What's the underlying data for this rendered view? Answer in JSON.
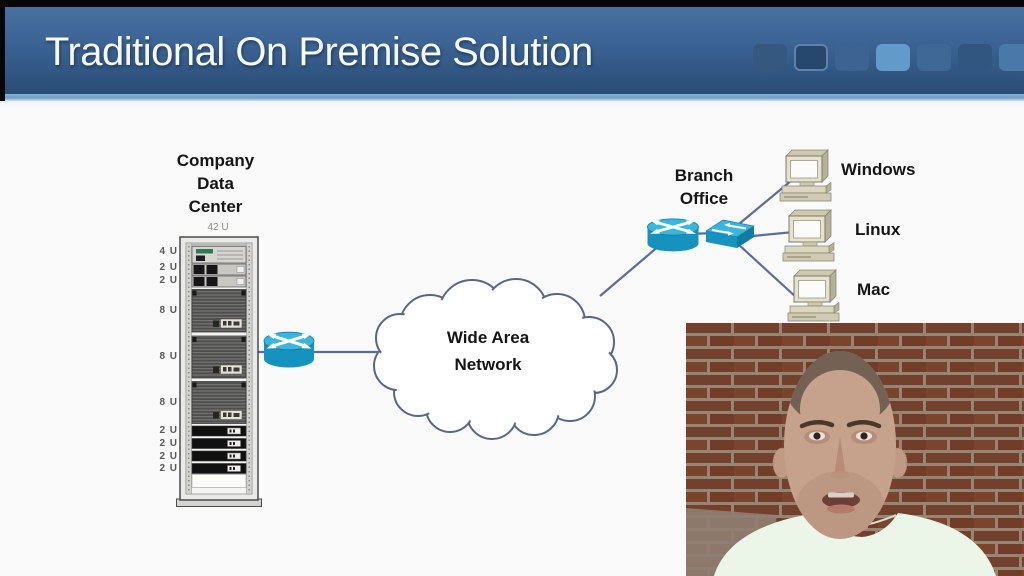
{
  "header": {
    "title": "Traditional On Premise Solution",
    "squares": [
      {
        "color": "#34587f"
      },
      {
        "color": "#26486e"
      },
      {
        "color": "#3c6391"
      },
      {
        "color": "#629ac9"
      },
      {
        "color": "#3f6897"
      },
      {
        "color": "#315680"
      },
      {
        "color": "#4a78a8"
      }
    ]
  },
  "diagram": {
    "data_center": {
      "lines": [
        "Company",
        "Data",
        "Center"
      ],
      "rack_capacity": "42 U",
      "unit_sizes": [
        "4 U",
        "2 U",
        "2 U",
        "8 U",
        "8 U",
        "8 U",
        "2 U",
        "2 U",
        "2 U",
        "2 U"
      ]
    },
    "wan": {
      "lines": [
        "Wide Area",
        "Network"
      ]
    },
    "branch_office": {
      "lines": [
        "Branch",
        "Office"
      ]
    },
    "clients": [
      "Windows",
      "Linux",
      "Mac"
    ],
    "icons": {
      "router": "cisco-router-icon",
      "switch": "network-switch-icon",
      "rack": "server-rack-icon",
      "client": "desktop-computer-icon",
      "wan": "cloud-shape"
    },
    "colors": {
      "device_top": "#3ab6dd",
      "device_body": "#1592bd",
      "connector_line": "#5c6b9c",
      "cloud_outline": "#5a6687"
    }
  }
}
